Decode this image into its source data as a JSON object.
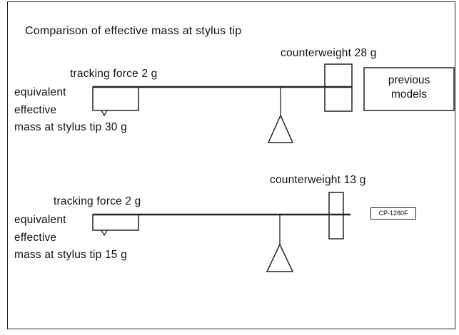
{
  "title": "Comparison of effective mass at stylus tip",
  "previous": {
    "counterweight_label": "counterweight 28 g",
    "tracking_force_label": "tracking force 2 g",
    "mass_label_line1": "equivalent",
    "mass_label_line2": "effective",
    "mass_label_line3": "mass at stylus tip 30 g",
    "box_label_line1": "previous",
    "box_label_line2": "models"
  },
  "new_model": {
    "counterweight_label": "counterweight 13 g",
    "tracking_force_label": "tracking force 2 g",
    "mass_label_line1": "equivalent",
    "mass_label_line2": "effective",
    "mass_label_line3": "mass at stylus tip 15 g",
    "badge_label": "CP-1280F"
  },
  "colors": {
    "line": "#222222",
    "background": "#ffffff",
    "text": "#111111"
  }
}
